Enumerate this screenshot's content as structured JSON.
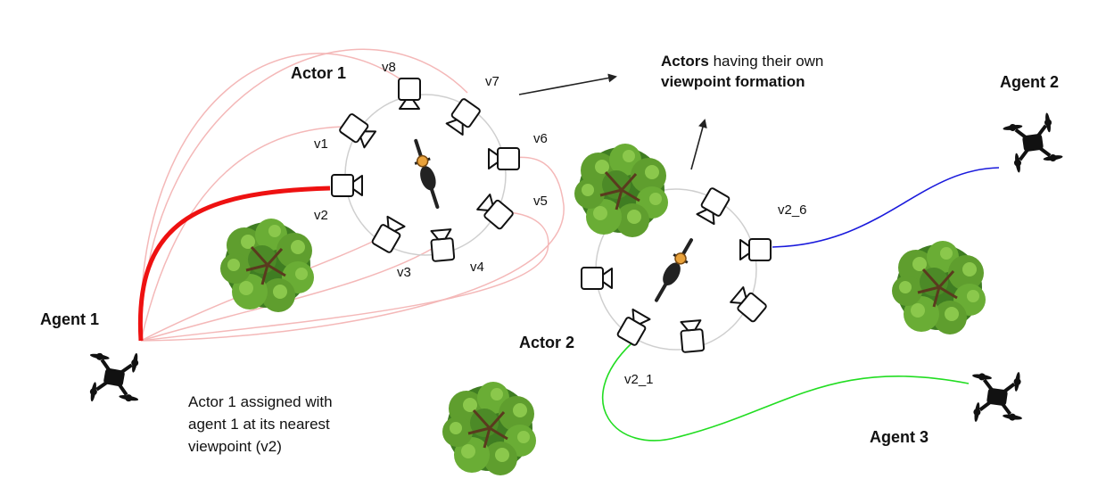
{
  "labels": {
    "actor1": "Actor 1",
    "actor2": "Actor 2",
    "agent1": "Agent 1",
    "agent2": "Agent 2",
    "agent3": "Agent 3"
  },
  "viewpoints_actor1": {
    "v1": "v1",
    "v2": "v2",
    "v3": "v3",
    "v4": "v4",
    "v5": "v5",
    "v6": "v6",
    "v7": "v7",
    "v8": "v8"
  },
  "viewpoints_actor2": {
    "v2_1": "v2_1",
    "v2_6": "v2_6"
  },
  "formation_note": {
    "actors_word": "Actors",
    "having_text": " having their own",
    "line2": "viewpoint formation"
  },
  "assignment_note": {
    "line1": "Actor 1 assigned with",
    "line2": "agent 1 at its nearest",
    "line3": "viewpoint (v2)"
  },
  "colors": {
    "agent1_assigned_path": "#ee1111",
    "agent1_candidate_paths": "#f4b8b8",
    "agent2_path": "#1a1adc",
    "agent3_path": "#22dd22",
    "formation_circle": "#cfcfcf",
    "tree_dark": "#3f7d22",
    "tree_light": "#7cc040",
    "drone": "#111111"
  }
}
